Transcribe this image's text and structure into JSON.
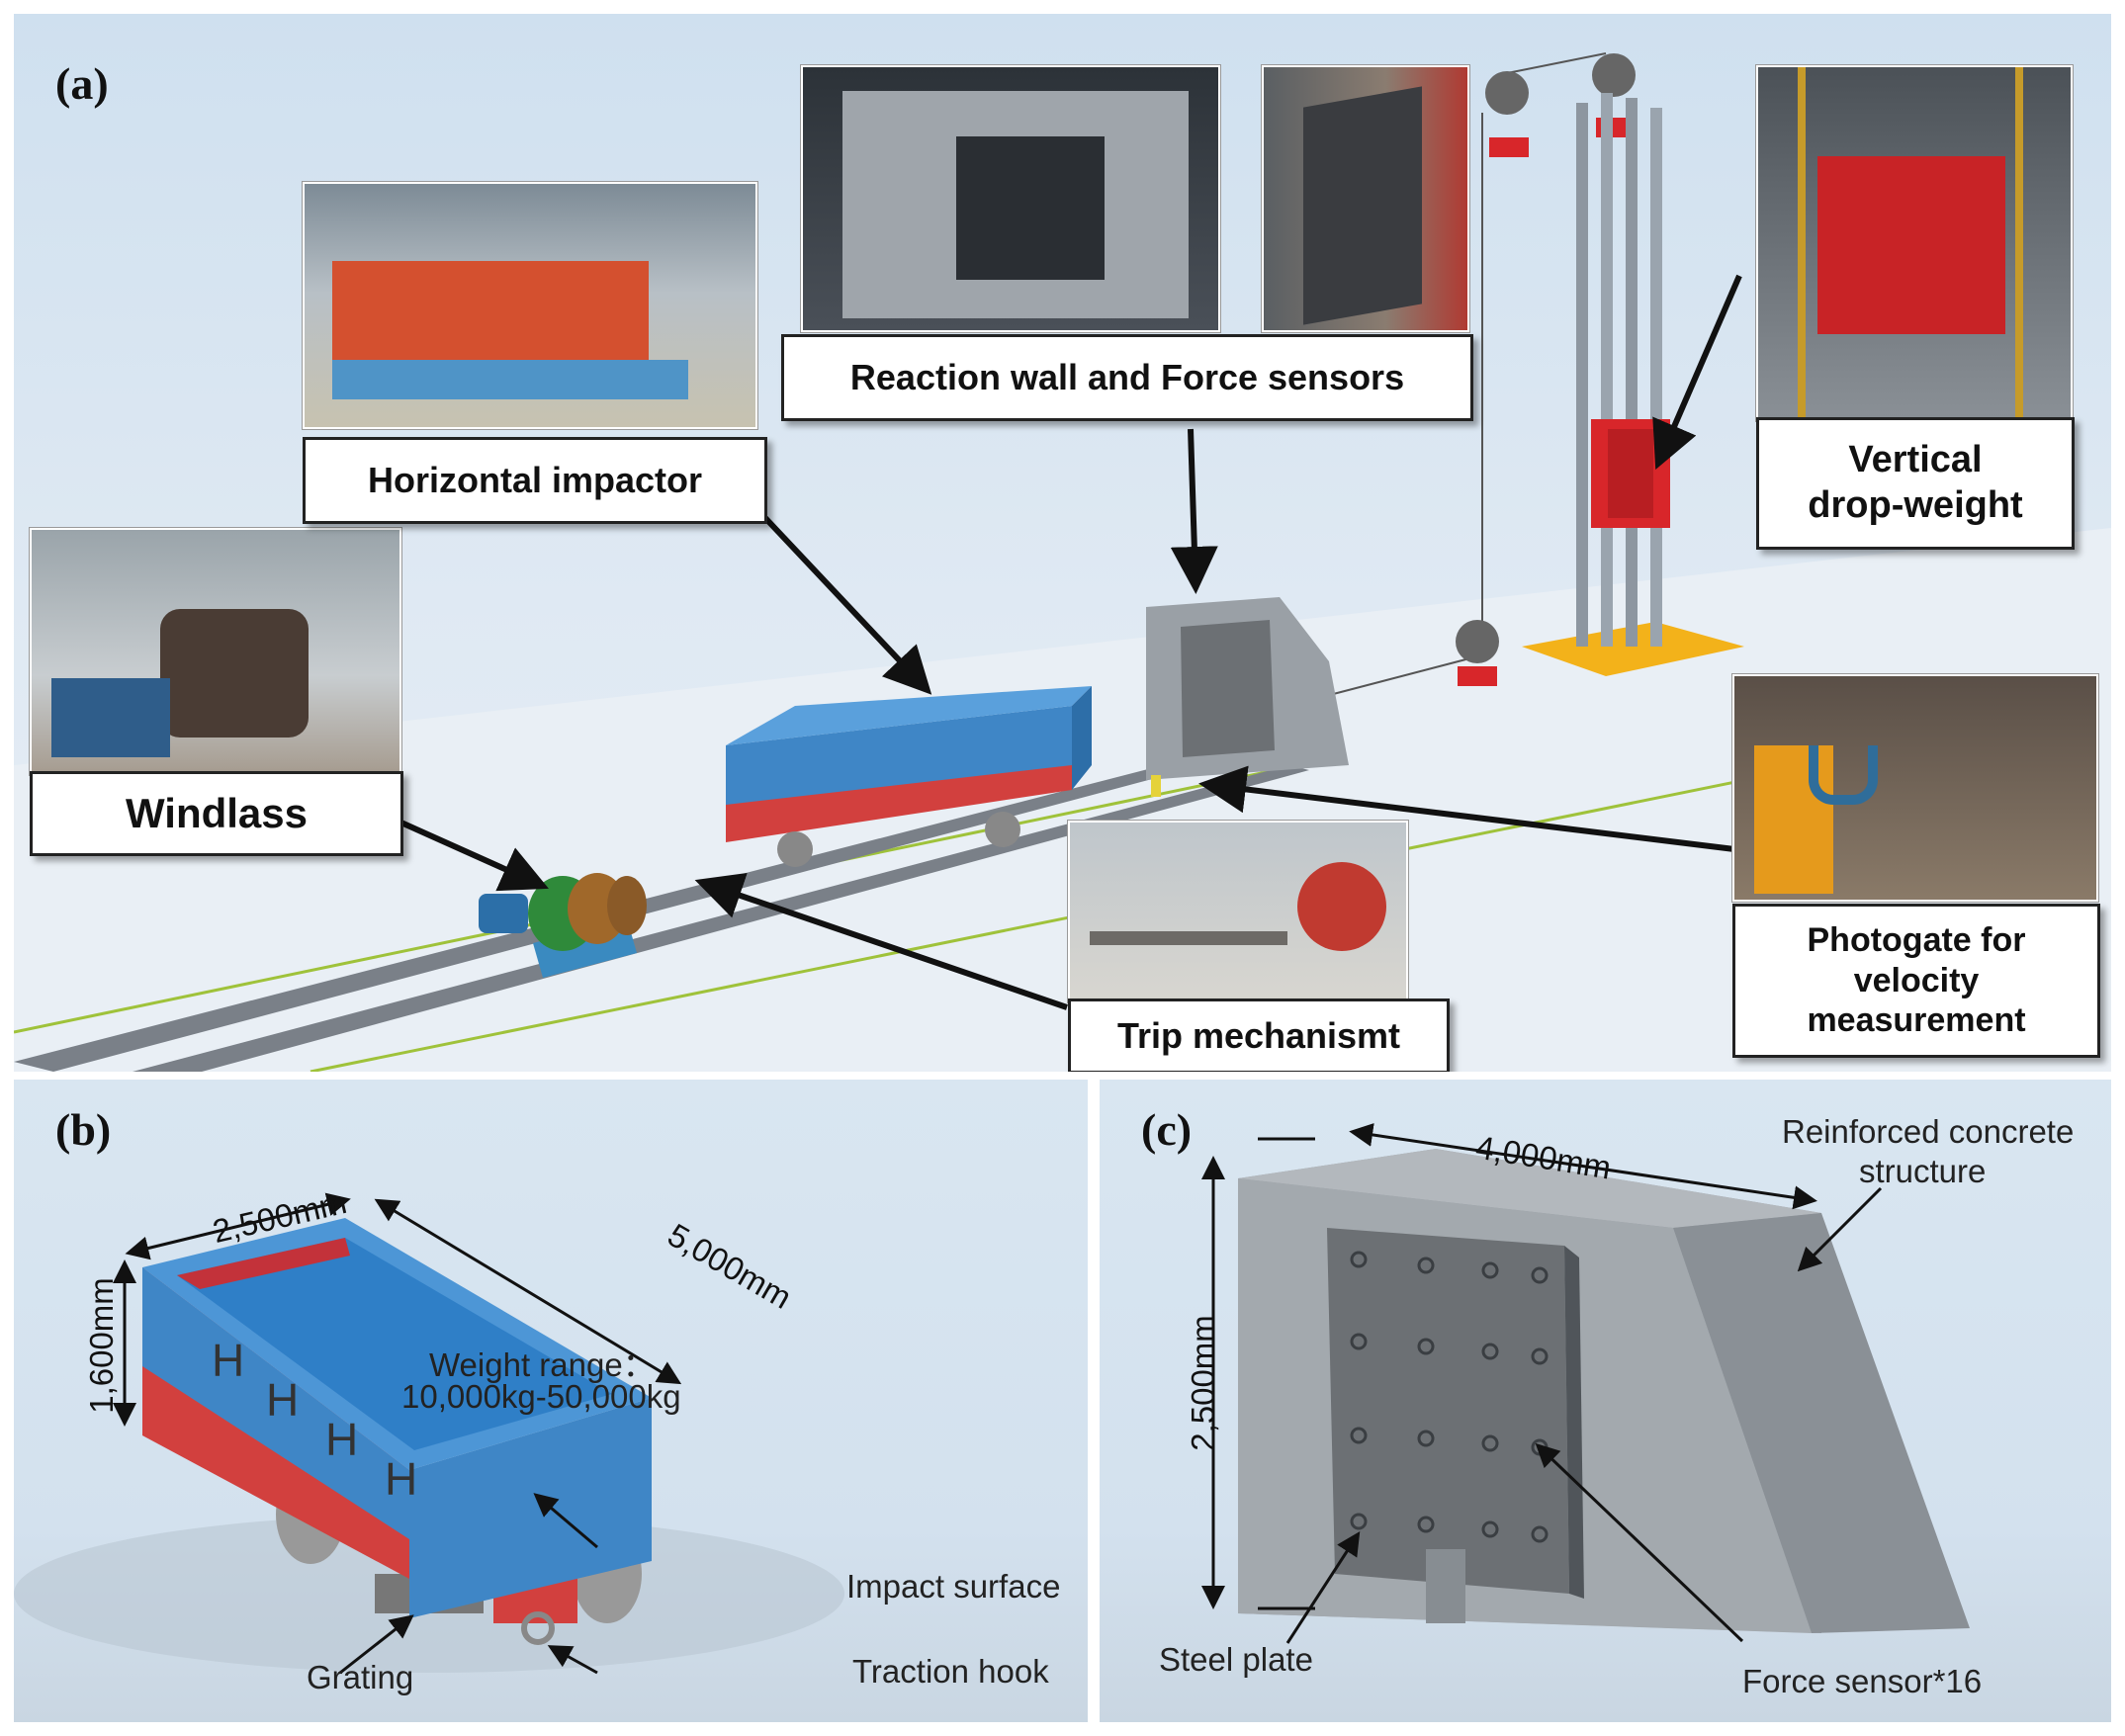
{
  "panel_a": {
    "letter": "(a)",
    "callouts": {
      "horizontal_impactor": "Horizontal impactor",
      "reaction_wall": "Reaction wall and Force sensors",
      "vertical_drop_weight_line1": "Vertical",
      "vertical_drop_weight_line2": "drop-weight",
      "windlass": "Windlass",
      "trip_mechanism": "Trip mechanismt",
      "photogate_line1": "Photogate for",
      "photogate_line2": "velocity",
      "photogate_line3": "measurement"
    }
  },
  "panel_b": {
    "letter": "(b)",
    "dim_width": "2,500mm",
    "dim_length": "5,000mm",
    "dim_height": "1,600mm",
    "weight_label": "Weight range：",
    "weight_value": "10,000kg-50,000kg",
    "impact_surface": "Impact surface",
    "grating": "Grating",
    "traction_hook": "Traction hook"
  },
  "panel_c": {
    "letter": "(c)",
    "dim_width": "4,000mm",
    "dim_height": "2,500mm",
    "structure_line1": "Reinforced concrete",
    "structure_line2": "structure",
    "steel_plate": "Steel plate",
    "force_sensor": "Force sensor*16"
  },
  "colors": {
    "impactor_blue": "#3f86c6",
    "impactor_red": "#d2403e",
    "wall_gray": "#9aa0a6",
    "plate_gray": "#6c7074",
    "drop_weight_red": "#d8262a",
    "base_yellow": "#f3b21a"
  }
}
